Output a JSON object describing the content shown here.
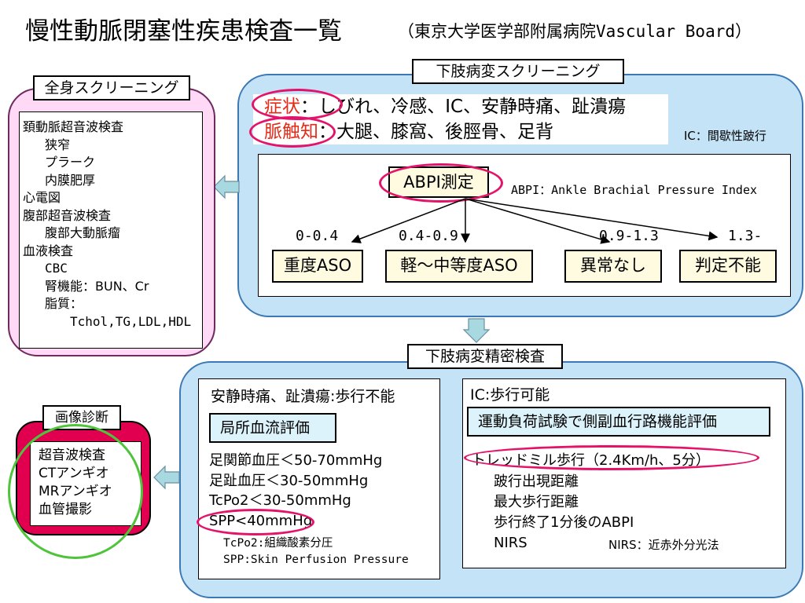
{
  "title": "慢性動脈閉塞性疾患検査一覧",
  "subtitle": "（東京大学医学部附属病院Vascular Board）",
  "screening": {
    "label": "下肢病変スクリーニング",
    "symptom_key": "症状",
    "symptom_text": "：しびれ、冷感、IC、安静時痛、趾潰瘍",
    "pulse_key": "脈触知",
    "pulse_text": "：大腿、膝窩、後脛骨、足背",
    "ic_note": "IC：間歇性跛行",
    "abpi_label": "ABPI測定",
    "abpi_note": "ABPI：Ankle Brachial Pressure Index",
    "ranges": [
      "0-0.4",
      "0.4-0.9",
      "0.9-1.3",
      "1.3-"
    ],
    "categories": [
      "重度ASO",
      "軽～中等度ASO",
      "異常なし",
      "判定不能"
    ]
  },
  "whole_body": {
    "label": "全身スクリーニング",
    "items": [
      "頚動脈超音波検査",
      "狭窄",
      "プラーク",
      "内膜肥厚",
      "心電図",
      "腹部超音波検査",
      "腹部大動脈瘤",
      "血液検査",
      "CBC",
      "腎機能：BUN、Cr",
      "脂質：",
      "Tchol,TG,LDL,HDL"
    ]
  },
  "detail": {
    "label": "下肢病変精密検査",
    "left_heading": "安静時痛、趾潰瘍:歩行不能",
    "left_box": "局所血流評価",
    "left_items": [
      "足関節血圧＜50-70mmHg",
      "足趾血圧＜30-50mmHg",
      "TcPo2＜30-50mmHg",
      "SPP<40mmHg"
    ],
    "left_notes": [
      "TcPo2:組織酸素分圧",
      "SPP:Skin Perfusion Pressure"
    ],
    "right_heading": "IC:歩行可能",
    "right_box": "運動負荷試験で側副血行路機能評価",
    "treadmill": "トレッドミル歩行（2.4Km/h、5分）",
    "right_items": [
      "跛行出現距離",
      "最大歩行距離",
      "歩行終了1分後のABPI",
      "NIRS"
    ],
    "nirs_note": "NIRS：近赤外分光法"
  },
  "imaging": {
    "label": "画像診断",
    "items": [
      "超音波検査",
      "CTアンギオ",
      "MRアンギオ",
      "血管撮影"
    ]
  },
  "colors": {
    "blue_panel": "#c5e3f7",
    "pink_panel": "#ffd9f5",
    "highlight": "#e5126a",
    "green": "#4fc43b",
    "imaging_frame": "#e0004f"
  }
}
